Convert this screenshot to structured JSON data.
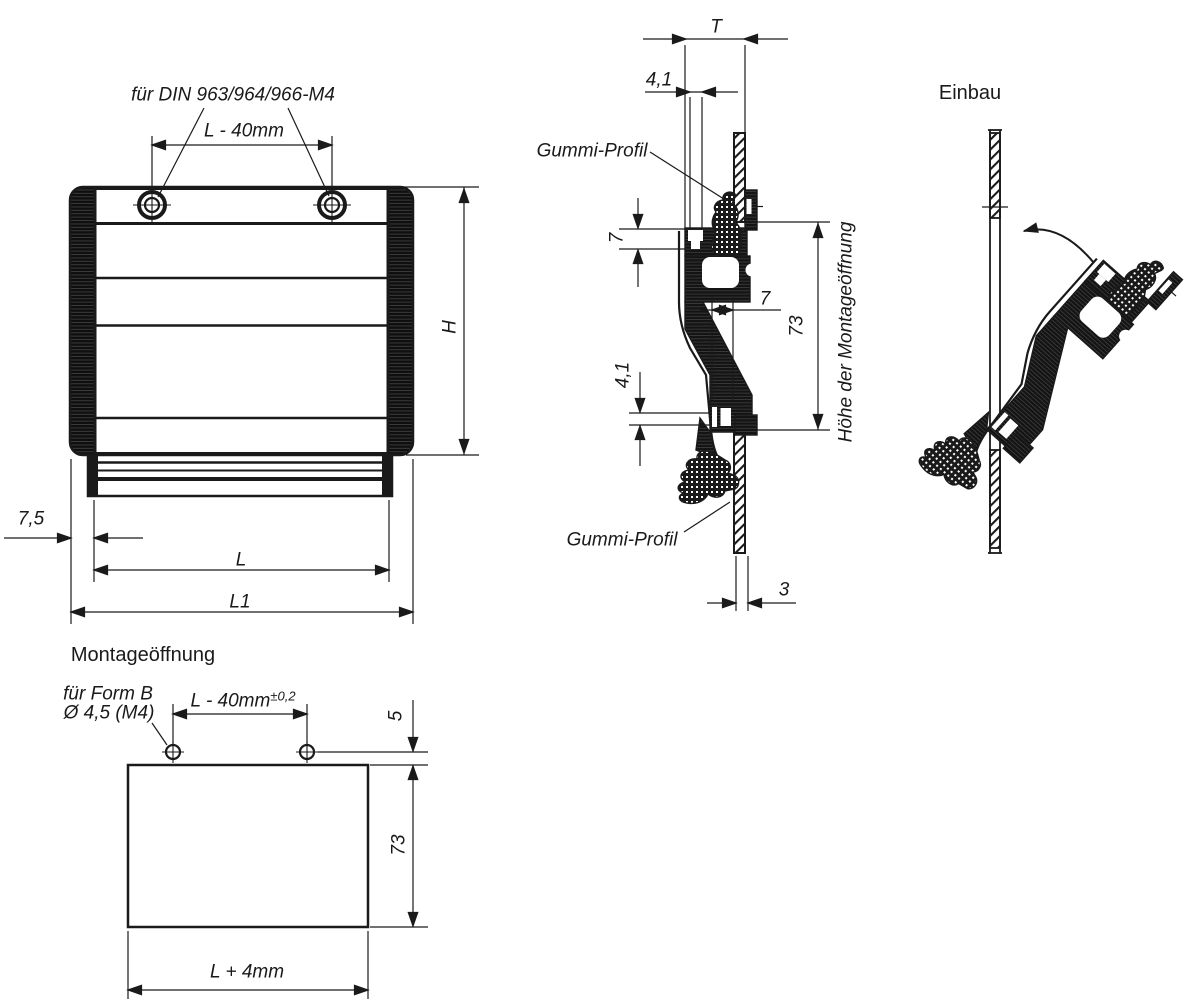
{
  "drawing": {
    "title": "recessed-handle-technical-drawing",
    "ink_color": "#1a1a1a",
    "background_color": "#ffffff"
  },
  "front_view": {
    "screw_note": "für DIN 963/964/966-M4",
    "hole_spacing": "L - 40mm",
    "height_dim": "H",
    "edge_offset_dim": "7,5",
    "grip_length_dim": "L",
    "overall_length_dim": "L1"
  },
  "section_view": {
    "panel_thickness_dim": "T",
    "slot_width_top_dim": "4,1",
    "rubber_label_top": "Gummi-Profil",
    "flange_height_dim": "7",
    "web_width_dim": "7",
    "opening_height_dim": "73",
    "opening_height_label": "Höhe der Montageöffnung",
    "slot_width_bottom_dim": "4,1",
    "rubber_label_bottom": "Gummi-Profil",
    "panel_max_dim": "3"
  },
  "installation_view": {
    "title": "Einbau"
  },
  "cutout_view": {
    "title": "Montageöffnung",
    "form_note": "für Form B",
    "hole_diameter_note": "Ø 4,5 (M4)",
    "hole_spacing_dim": "L - 40mm",
    "hole_spacing_tolerance": "±0,2",
    "hole_offset_dim": "5",
    "opening_height_dim": "73",
    "opening_width_dim": "L + 4mm"
  }
}
